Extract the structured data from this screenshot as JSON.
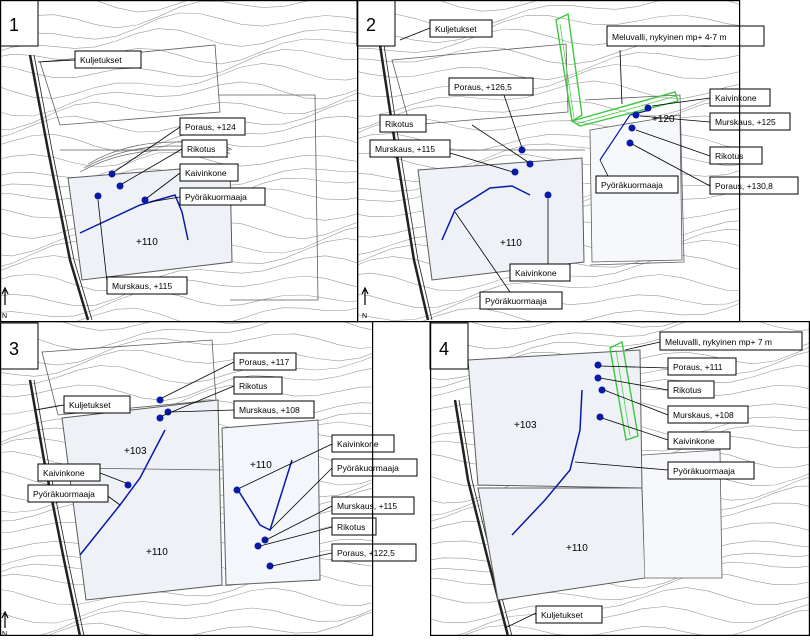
{
  "colors": {
    "contour": "#9a9a9a",
    "area_fill": "#eef2f6",
    "area_stroke": "#5c5c5c",
    "machine_point": "#0a1aa8",
    "path_line": "#0a1aa8",
    "noise_wall": "#3cc83c",
    "frame": "#000000"
  },
  "panels": [
    {
      "number": "1",
      "elevations": [
        "+110"
      ],
      "labels": [
        "Kuljetukset",
        "Poraus, +124",
        "Rikotus",
        "Kaivinkone",
        "Pyöräkuormaaja",
        "Murskaus, +115"
      ]
    },
    {
      "number": "2",
      "elevations": [
        "+110",
        "+120"
      ],
      "labels": [
        "Kuljetukset",
        "Meluvalli, nykyinen mp+ 4-7 m",
        "Poraus, +126,5",
        "Kaivinkone",
        "Murskaus, +125",
        "Rikotus",
        "Murskaus, +115",
        "Rikotus",
        "Pyöräkuormaaja",
        "Poraus, +130,8",
        "Kaivinkone",
        "Pyöräkuormaaja"
      ]
    },
    {
      "number": "3",
      "elevations": [
        "+103",
        "+110",
        "+110"
      ],
      "labels": [
        "Poraus, +117",
        "Kuljetukset",
        "Rikotus",
        "Murskaus, +108",
        "Kaivinkone",
        "Kaivinkone",
        "Pyöräkuormaaja",
        "Pyöräkuormaaja",
        "Murskaus, +115",
        "Rikotus",
        "Poraus, +122,5"
      ]
    },
    {
      "number": "4",
      "elevations": [
        "+103",
        "+110"
      ],
      "labels": [
        "Meluvalli, nykyinen mp+ 7 m",
        "Poraus, +111",
        "Rikotus",
        "Murskaus, +108",
        "Kaivinkone",
        "Pyöräkuormaaja",
        "Kuljetukset"
      ]
    }
  ],
  "north_label": "N"
}
